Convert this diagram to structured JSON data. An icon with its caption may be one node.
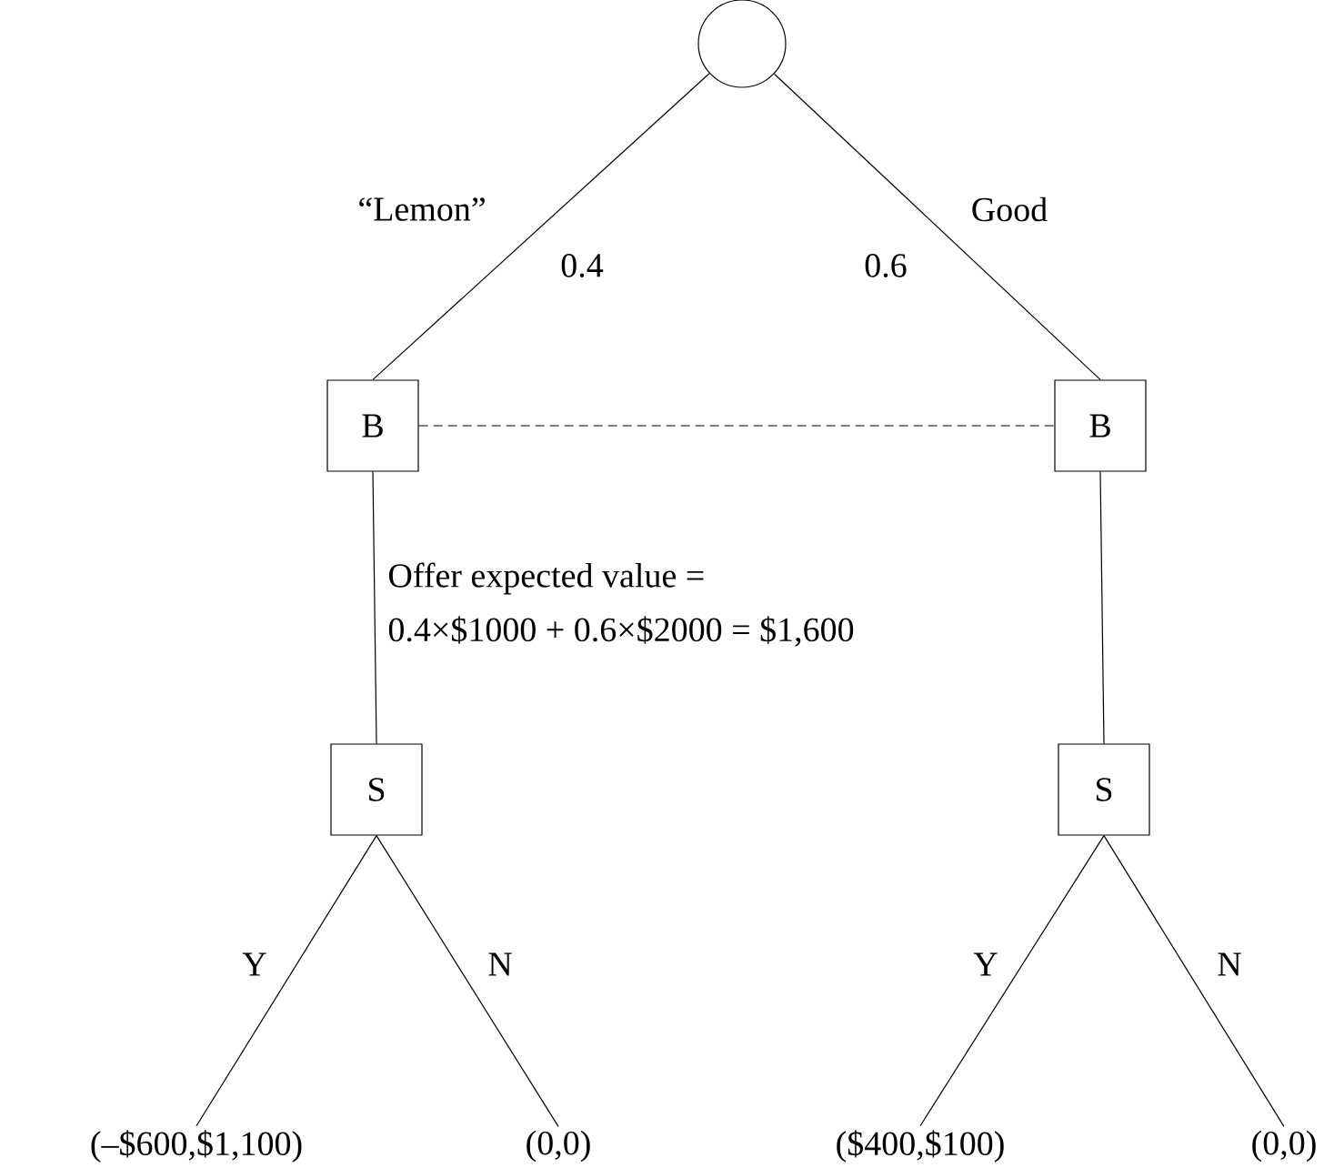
{
  "diagram": {
    "nodes": [
      {
        "text": [],
        "shape": "circle"
      },
      {
        "text": [
          "B"
        ]
      },
      {
        "text": [
          "B"
        ]
      },
      {
        "text": [
          "S"
        ]
      },
      {
        "text": [
          "S"
        ]
      },
      {
        "text": [
          "(–$600,$1,100)"
        ]
      },
      {
        "text": [
          "(0,0)"
        ]
      },
      {
        "text": [
          "($400,$100)"
        ]
      },
      {
        "text": [
          "(0,0)"
        ]
      }
    ],
    "edges": [
      {
        "from": 0,
        "to": 1,
        "arrow": "none",
        "label": "“Lemon”"
      },
      {
        "from": 0,
        "to": 2,
        "arrow": "none",
        "label": "Good"
      },
      {
        "from": 1,
        "to": 2,
        "arrow": "none",
        "style": "dashed"
      },
      {
        "from": 1,
        "to": 3,
        "arrow": "none"
      },
      {
        "from": 2,
        "to": 4,
        "arrow": "none"
      },
      {
        "from": 3,
        "to": 5,
        "arrow": "none",
        "label": "Y"
      },
      {
        "from": 3,
        "to": 6,
        "arrow": "none",
        "label": "N"
      },
      {
        "from": 4,
        "to": 7,
        "arrow": "none",
        "label": "Y"
      },
      {
        "from": 4,
        "to": 8,
        "arrow": "none",
        "label": "N"
      }
    ],
    "labels": [
      "0.4",
      "0.6",
      "Offer expected value =",
      "0.4×$1000 + 0.6×$2000 = $1,600"
    ]
  }
}
